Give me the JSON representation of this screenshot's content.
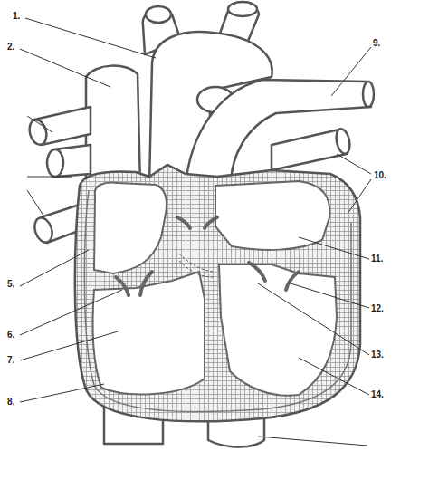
{
  "diagram": {
    "labels": [
      "1.",
      "2.",
      "9.",
      "10.",
      "11.",
      "5.",
      "12.",
      "6.",
      "13.",
      "7.",
      "14.",
      "8."
    ]
  }
}
